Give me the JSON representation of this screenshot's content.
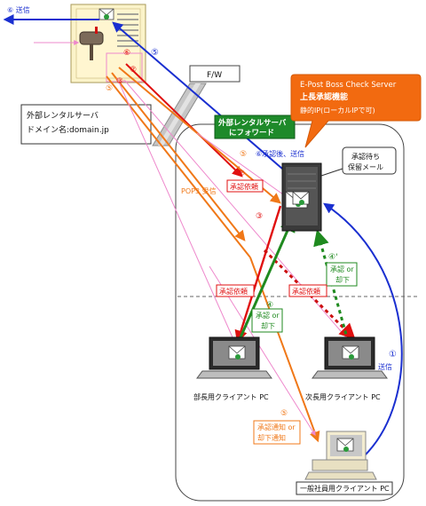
{
  "labels": {
    "send_top": "⑥ 送信",
    "fw": "F/W",
    "rental_server_line1": "外部レンタルサーバ",
    "rental_server_line2": "ドメイン名:domain.jp",
    "forward_line1": "外部レンタルサーバ",
    "forward_line2": "にフォワード",
    "callout_line1": "E-Post Boss Check Server",
    "callout_line2": "上長承認機能",
    "callout_line3": "静的IP(ローカルIPで可)",
    "hold_line1": "承認待ち",
    "hold_line2": "保留メール",
    "after_approval_send": "⑥承認後、送信",
    "pop3": "POP3 受信",
    "approval_request": "承認依頼",
    "approve_or_reject_1": "承認 or",
    "approve_or_reject_2": "却下",
    "send_right": "送信",
    "notify_line1": "承認通知 or",
    "notify_line2": "却下通知",
    "client_manager": "部長用クライアント PC",
    "client_deputy": "次長用クライアント PC",
    "client_staff": "一般社員用クライアント PC"
  },
  "steps": {
    "s1": "①",
    "s2": "②",
    "s3": "③",
    "s4": "④",
    "s4p": "④'",
    "s5": "⑤",
    "s6": "⑥"
  },
  "colors": {
    "blue": "#1a2fd0",
    "red": "#e01010",
    "orange": "#f07818",
    "green": "#1f8a1f",
    "pink": "#ee88cc",
    "callout": "#f26a10",
    "forward_bg": "#1e8a2a"
  }
}
